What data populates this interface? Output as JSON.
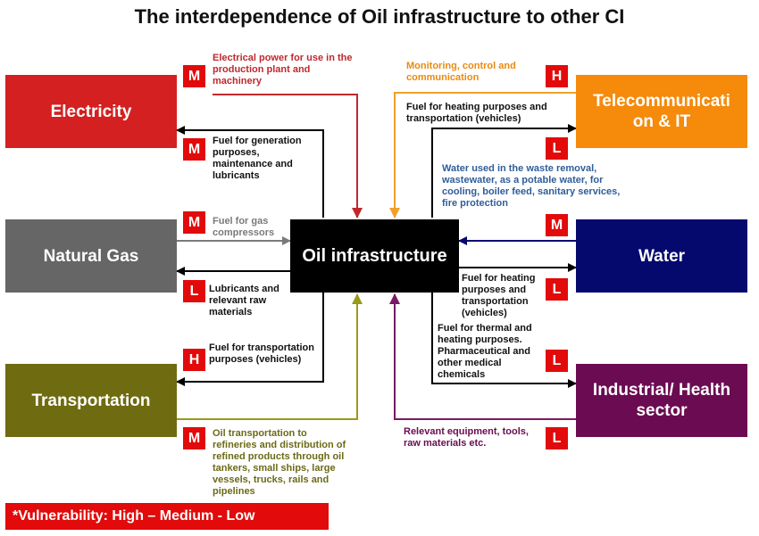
{
  "title": "The interdependence of Oil infrastructure to other CI",
  "center": "Oil infrastructure",
  "sectors": {
    "electricity": {
      "label": "Electricity",
      "color": "#d42020"
    },
    "natural_gas": {
      "label": "Natural Gas",
      "color": "#666666"
    },
    "transportation": {
      "label": "Transportation",
      "color": "#6e6b10"
    },
    "telecom": {
      "label": "Telecommunicati on & IT",
      "color": "#f58a0b"
    },
    "water": {
      "label": "Water",
      "color": "#05096e"
    },
    "industrial": {
      "label": "Industrial/ Health sector",
      "color": "#6b0b52"
    }
  },
  "badges": {
    "elec_in": "M",
    "elec_out": "M",
    "gas_in": "M",
    "gas_out": "L",
    "trans_out": "H",
    "trans_in": "M",
    "tele_in": "H",
    "tele_out": "L",
    "water_in": "M",
    "water_out": "L",
    "ind_out": "L",
    "ind_in": "L"
  },
  "labels": {
    "elec_in": "Electrical power for use in the production plant and machinery",
    "elec_out": "Fuel for generation purposes, maintenance and lubricants",
    "gas_in": "Fuel for gas compressors",
    "gas_out": "Lubricants and relevant raw materials",
    "trans_out": "Fuel for transportation purposes (vehicles)",
    "trans_in": "Oil transportation to refineries and distribution of refined products through oil tankers, small ships, large vessels, trucks, rails and pipelines",
    "tele_in": "Monitoring, control and communication",
    "tele_out": "Fuel for heating purposes and transportation (vehicles)",
    "water_in": "Water used in the waste removal, wastewater, as a potable water, for cooling, boiler feed, sanitary services, fire protection",
    "water_out": "Fuel for heating purposes and transportation (vehicles)",
    "ind_out": "Fuel for thermal and heating purposes. Pharmaceutical and other medical chemicals",
    "ind_in": "Relevant equipment, tools, raw materials etc."
  },
  "label_colors": {
    "electricity": "#c0282c",
    "natural_gas": "#7a7a7a",
    "transportation": "#6b6a18",
    "telecom": "#e98a12",
    "water": "#2f5d9a",
    "industrial": "#6b0b52",
    "dark": "#111111"
  },
  "legend": "*Vulnerability: High – Medium - Low"
}
